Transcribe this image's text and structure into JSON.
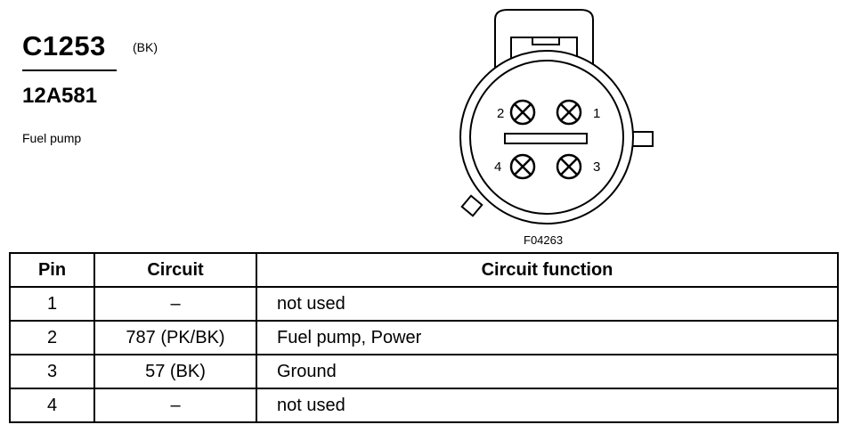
{
  "connector": {
    "id": "C1253",
    "color_code": "(BK)",
    "part_number": "12A581",
    "description": "Fuel pump",
    "figure_code": "F04263"
  },
  "pin_labels": [
    "1",
    "2",
    "3",
    "4"
  ],
  "table": {
    "headers": [
      "Pin",
      "Circuit",
      "Circuit function"
    ],
    "rows": [
      [
        "1",
        "–",
        "not used"
      ],
      [
        "2",
        "787 (PK/BK)",
        "Fuel pump, Power"
      ],
      [
        "3",
        "57 (BK)",
        "Ground"
      ],
      [
        "4",
        "–",
        "not used"
      ]
    ]
  }
}
